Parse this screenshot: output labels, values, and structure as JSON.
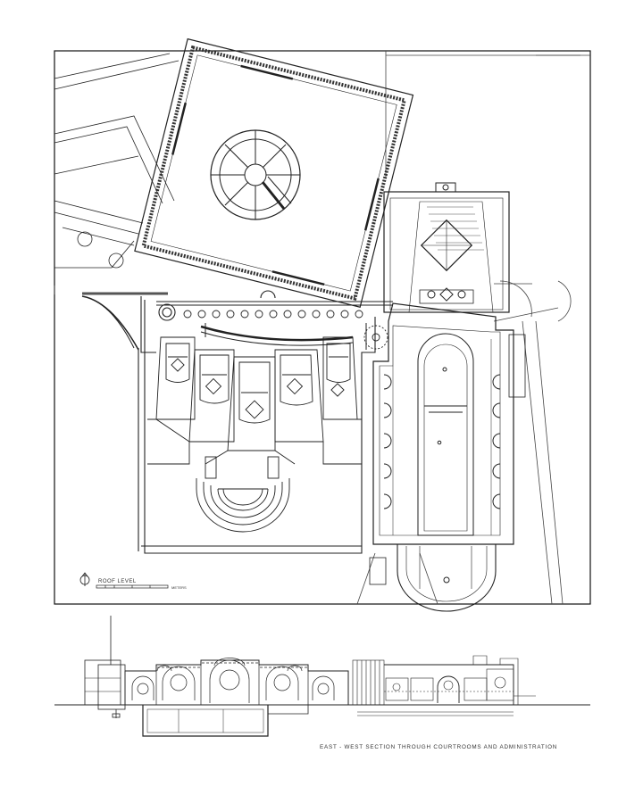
{
  "plan": {
    "level_label": "ROOF LEVEL",
    "scale_unit": "METERS"
  },
  "section": {
    "caption": "EAST - WEST SECTION THROUGH COURTROOMS AND ADMINISTRATION"
  }
}
